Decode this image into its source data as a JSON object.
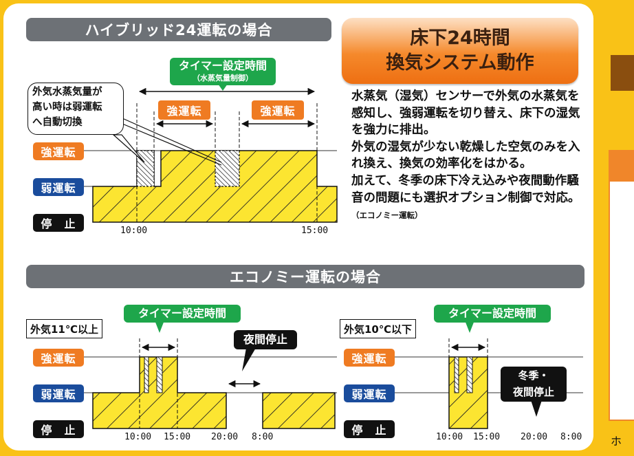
{
  "hybrid": {
    "header": "ハイブリッド24運転の場合",
    "timer_label": "タイマー設定時間",
    "timer_sub": "（水蒸気量制御）",
    "strong_label_1": "強運転",
    "strong_label_2": "強運転",
    "callout": [
      "外気水蒸気量が",
      "高い時は弱運転",
      "へ自動切換"
    ],
    "levels": {
      "strong": "強運転",
      "weak": "弱運転",
      "stop": "停　止"
    },
    "ticks": {
      "start": "10:00",
      "end": "15:00"
    }
  },
  "title": {
    "line1": "床下24時間",
    "line2": "換気システム動作"
  },
  "description": {
    "p1": "水蒸気（湿気）センサーで外気の水蒸気を感知し、強弱運転を切り替え、床下の湿気を強力に排出。",
    "p2": "外気の湿気が少ない乾燥した空気のみを入れ換え、換気の効率化をはかる。",
    "p3": "加えて、冬季の床下冷え込みや夜間動作騒音の問題にも選択オプション制御で対応。",
    "p3_note": "（エコノミー運転）"
  },
  "economy": {
    "header": "エコノミー運転の場合",
    "left": {
      "condition": "外気11℃以上",
      "timer_label": "タイマー設定時間",
      "night_label": "夜間停止",
      "levels": {
        "strong": "強運転",
        "weak": "弱運転",
        "stop": "停　止"
      },
      "ticks": [
        "10:00",
        "15:00",
        "20:00",
        "8:00"
      ]
    },
    "right": {
      "condition": "外気10℃以下",
      "timer_label": "タイマー設定時間",
      "winter_label_1": "冬季・",
      "winter_label_2": "夜間停止",
      "levels": {
        "strong": "強運転",
        "weak": "弱運転",
        "stop": "停　止"
      },
      "ticks": [
        "10:00",
        "15:00",
        "20:00",
        "8:00"
      ]
    }
  },
  "side": {
    "text": "ホ"
  },
  "colors": {
    "background": "#f9c217",
    "header_gray": "#6d7176",
    "strong": "#ef7b22",
    "weak": "#1a4c9c",
    "stop": "#111111",
    "timer_green": "#1ea64b",
    "fill_yellow": "#fce531"
  }
}
